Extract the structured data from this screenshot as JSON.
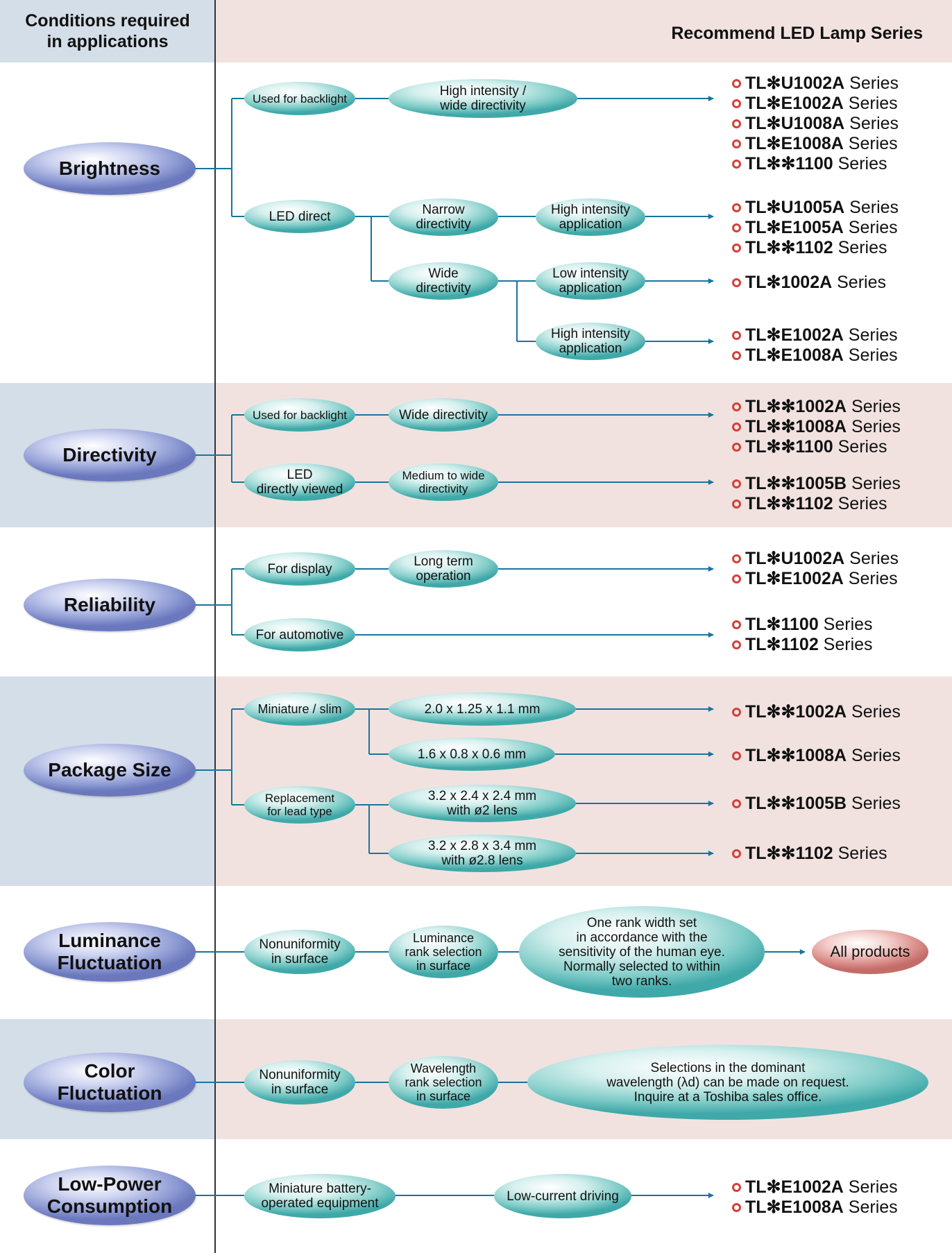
{
  "header": {
    "left": "Conditions required\nin applications",
    "right": "Recommend LED Lamp Series"
  },
  "conditions": {
    "brightness": "Brightness",
    "directivity": "Directivity",
    "reliability": "Reliability",
    "package_size": "Package Size",
    "luminance": "Luminance\nFluctuation",
    "color": "Color\nFluctuation",
    "low_power": "Low-Power\nConsumption"
  },
  "nodes": {
    "b_backlight": "Used for backlight",
    "b_high_wide": "High intensity /\nwide directivity",
    "b_led_direct": "LED direct",
    "b_narrow": "Narrow\ndirectivity",
    "b_high_app1": "High intensity\napplication",
    "b_wide": "Wide\ndirectivity",
    "b_low_app": "Low intensity\napplication",
    "b_high_app2": "High intensity\napplication",
    "d_backlight": "Used for backlight",
    "d_wide": "Wide directivity",
    "d_led_viewed": "LED\ndirectly viewed",
    "d_medium_wide": "Medium to wide\ndirectivity",
    "r_display": "For display",
    "r_long_term": "Long term\noperation",
    "r_automotive": "For automotive",
    "p_mini": "Miniature / slim",
    "p_size1": "2.0 x 1.25 x 1.1 mm",
    "p_size2": "1.6 x 0.8 x 0.6 mm",
    "p_replace": "Replacement\nfor lead type",
    "p_size3": "3.2 x 2.4 x 2.4 mm\nwith ø2 lens",
    "p_size4": "3.2 x 2.8 x 3.4 mm\nwith ø2.8 lens",
    "l_nonuniform": "Nonuniformity\nin surface",
    "l_rank": "Luminance\nrank selection\nin surface",
    "l_desc": "One rank width set\nin accordance with the\nsensitivity of the human eye.\nNormally selected to within\ntwo ranks.",
    "l_all": "All products",
    "c_nonuniform": "Nonuniformity\nin surface",
    "c_rank": "Wavelength\nrank selection\nin surface",
    "c_desc": "Selections in the dominant\nwavelength (λd) can be made on request.\nInquire at a Toshiba sales office.",
    "lp_battery": "Miniature battery-\noperated equipment",
    "lp_low_current": "Low-current driving"
  },
  "results": {
    "b1": [
      {
        "code": "TL✻U1002A",
        "suffix": " Series"
      },
      {
        "code": "TL✻E1002A",
        "suffix": " Series"
      },
      {
        "code": "TL✻U1008A",
        "suffix": " Series"
      },
      {
        "code": "TL✻E1008A",
        "suffix": " Series"
      },
      {
        "code": "TL✻✻1100",
        "suffix": " Series"
      }
    ],
    "b2": [
      {
        "code": "TL✻U1005A",
        "suffix": " Series"
      },
      {
        "code": "TL✻E1005A",
        "suffix": " Series"
      },
      {
        "code": "TL✻✻1102",
        "suffix": " Series"
      }
    ],
    "b3": [
      {
        "code": "TL✻1002A",
        "suffix": " Series"
      }
    ],
    "b4": [
      {
        "code": "TL✻E1002A",
        "suffix": " Series"
      },
      {
        "code": "TL✻E1008A",
        "suffix": " Series"
      }
    ],
    "d1": [
      {
        "code": "TL✻✻1002A",
        "suffix": " Series"
      },
      {
        "code": "TL✻✻1008A",
        "suffix": " Series"
      },
      {
        "code": "TL✻✻1100",
        "suffix": " Series"
      }
    ],
    "d2": [
      {
        "code": "TL✻✻1005B",
        "suffix": " Series"
      },
      {
        "code": "TL✻✻1102",
        "suffix": " Series"
      }
    ],
    "r1": [
      {
        "code": "TL✻U1002A",
        "suffix": " Series"
      },
      {
        "code": "TL✻E1002A",
        "suffix": " Series"
      }
    ],
    "r2": [
      {
        "code": "TL✻1100",
        "suffix": " Series"
      },
      {
        "code": "TL✻1102",
        "suffix": " Series"
      }
    ],
    "p1": [
      {
        "code": "TL✻✻1002A",
        "suffix": " Series"
      }
    ],
    "p2": [
      {
        "code": "TL✻✻1008A",
        "suffix": " Series"
      }
    ],
    "p3": [
      {
        "code": "TL✻✻1005B",
        "suffix": " Series"
      }
    ],
    "p4": [
      {
        "code": "TL✻✻1102",
        "suffix": " Series"
      }
    ],
    "lp1": [
      {
        "code": "TL✻E1002A",
        "suffix": " Series"
      },
      {
        "code": "TL✻E1008A",
        "suffix": " Series"
      }
    ]
  },
  "colors": {
    "connector": "#17749e",
    "bullet": "#d2413a",
    "pink_band": "#f1e2e0",
    "blue_band": "#d4dee8"
  }
}
